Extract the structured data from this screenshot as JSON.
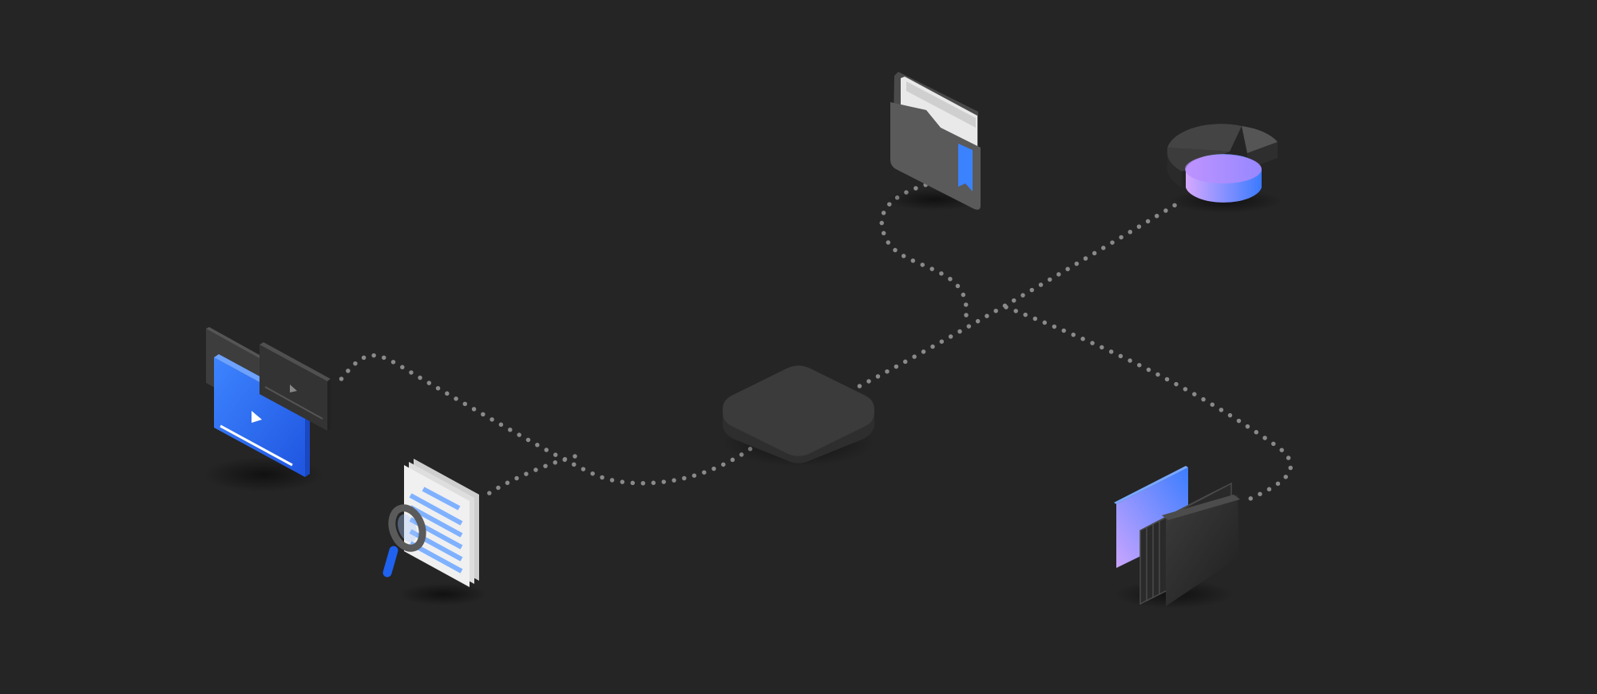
{
  "colors": {
    "background": "#252525",
    "connector": "#8a8a8a",
    "hub": "#3a3a3a",
    "accent_blue": "#2f6ff2",
    "accent_violet": "#c4a8ff",
    "dark_gray": "#3b3b3b",
    "paper": "#eeeeee",
    "doc_line": "#7fb1ff"
  },
  "nodes": [
    {
      "id": "hub",
      "icon": "hub-platform-icon"
    },
    {
      "id": "folder",
      "icon": "folder-with-bookmark-icon"
    },
    {
      "id": "pie",
      "icon": "pie-chart-icon"
    },
    {
      "id": "video",
      "icon": "video-player-windows-icon"
    },
    {
      "id": "search",
      "icon": "document-search-icon"
    },
    {
      "id": "stack",
      "icon": "stacked-cards-icon"
    }
  ],
  "connections": [
    {
      "from": "hub",
      "to": "video"
    },
    {
      "from": "hub",
      "to": "search"
    },
    {
      "from": "hub",
      "to": "pie"
    },
    {
      "from": "hub",
      "to": "folder"
    },
    {
      "from": "hub",
      "to": "stack"
    }
  ]
}
